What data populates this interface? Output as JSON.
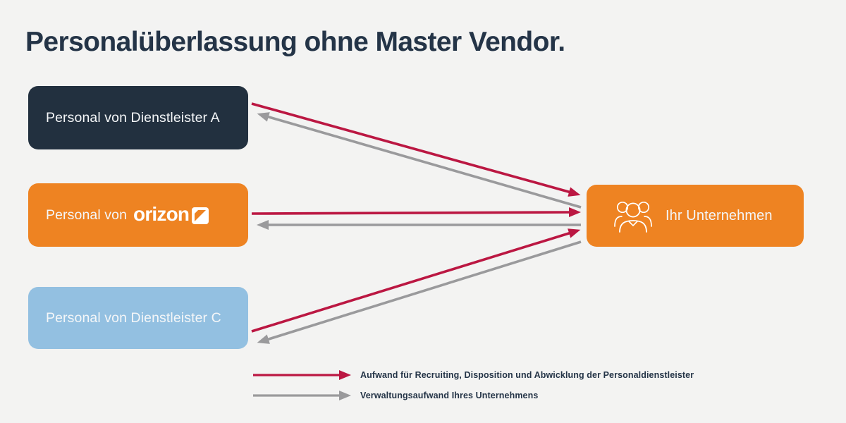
{
  "title": "Personalüberlassung ohne Master Vendor.",
  "colors": {
    "background": "#f3f3f2",
    "navy_box": "#22303f",
    "orange_box": "#ee8322",
    "light_blue_box": "#93c0e1",
    "red_arrow": "#bb1742",
    "gray_arrow": "#9a9a9c",
    "title_text": "#243447"
  },
  "boxes": {
    "provider_a": {
      "label": "Personal von Dienstleister A"
    },
    "orizon": {
      "prefix": "Personal von",
      "brand": "orizon"
    },
    "provider_c": {
      "label": "Personal von Dienstleister C"
    },
    "company": {
      "label": "Ihr Unternehmen"
    }
  },
  "legend": {
    "items": [
      {
        "color": "#bb1742",
        "label": "Aufwand für Recruiting, Disposition und Abwicklung der Personaldienstleister"
      },
      {
        "color": "#9a9a9c",
        "label": "Verwaltungsaufwand Ihres Unternehmens"
      }
    ]
  }
}
